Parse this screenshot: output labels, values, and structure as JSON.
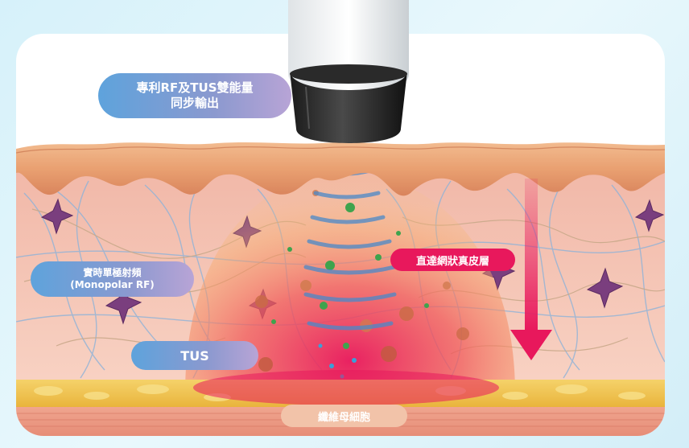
{
  "labels": {
    "rf_tus": "專利RF及TUS雙能量\n同步輸出",
    "monopolar": "實時單極射頻\n(Monopolar RF)",
    "tus": "TUS",
    "dermis": "直達網狀真皮層",
    "fibroblast": "纖維母細胞"
  },
  "colors": {
    "background": "#d6f1fa",
    "epidermis": "#e9a071",
    "dermis": "#f6c3b2",
    "fat": "#f0c34d",
    "energy": "#e8185c",
    "arrow": "#e8185c",
    "pill_blue": "#5ea3dc",
    "pill_purple": "#b8a4d6",
    "fibroblast_cell": "#7a3e7e",
    "tus_wave": "#4a89c9"
  },
  "icons": {
    "device": "rf-applicator-head",
    "arrow": "arrow-down-icon",
    "cells": "fibroblast-cell-icon"
  }
}
